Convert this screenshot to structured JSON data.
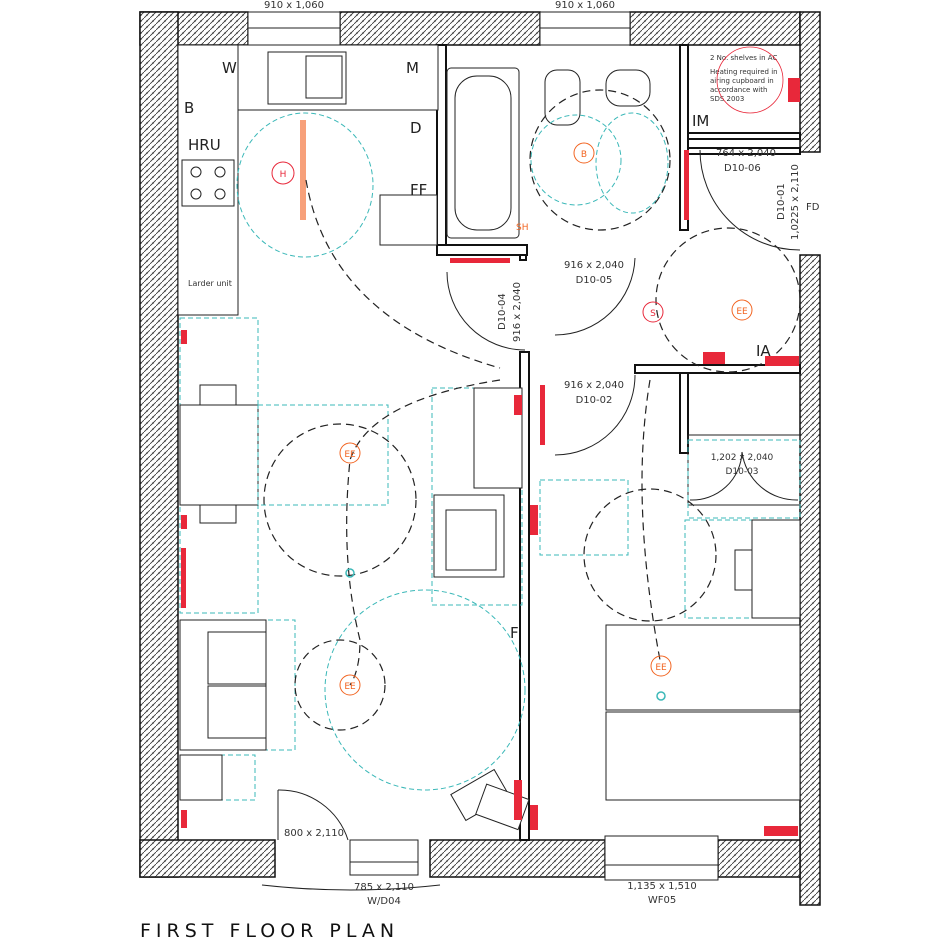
{
  "title": "FIRST FLOOR PLAN",
  "colors": {
    "wall": "#111111",
    "services": "#e8283a",
    "lighting": "#f26522",
    "clearance": "#3bb8b8"
  },
  "windows": [
    {
      "size": "910 x 1,060"
    },
    {
      "size": "910 x 1,060"
    },
    {
      "size": "1,135 x 1,510",
      "ref": "WF05"
    }
  ],
  "doors": [
    {
      "size": "764 x 2,040",
      "ref": "D10-06"
    },
    {
      "size": "1,0225 x 2,110",
      "ref": "D10-01"
    },
    {
      "size": "916 x 2,040",
      "ref": "D10-05"
    },
    {
      "size": "916 x 2,040",
      "ref": "D10-04"
    },
    {
      "size": "916 x 2,040",
      "ref": "D10-02"
    },
    {
      "size": "1,202 x 2,040",
      "ref": "D10-03"
    },
    {
      "size": "800 x 2,110"
    },
    {
      "size": "785 x 2,110",
      "ref": "W/D04"
    }
  ],
  "labels": {
    "w": "W",
    "m": "M",
    "b": "B",
    "hru": "HRU",
    "d": "D",
    "ff": "FF",
    "im": "IM",
    "fd": "FD",
    "ia": "IA",
    "f": "F",
    "larder": "Larder unit",
    "note1": "2 No. shelves in AC",
    "note2a": "Heating required in",
    "note2b": "airing cupboard in",
    "note2c": "accordance with",
    "note2d": "SDS 2003"
  },
  "symbols": {
    "heater": "H",
    "boiler": "B",
    "shower": "SH",
    "smoke": "S",
    "ee": "EE"
  }
}
